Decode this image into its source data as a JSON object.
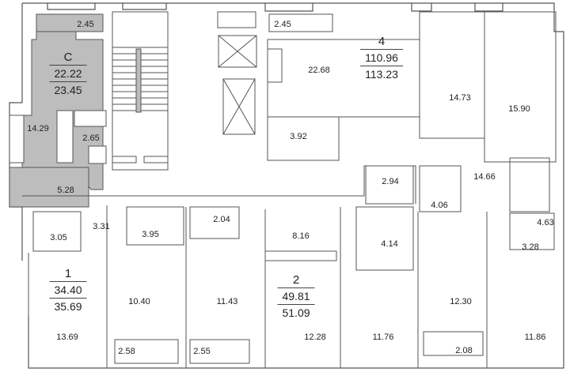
{
  "plan": {
    "highlight_color": "#bdbdbd",
    "wall_color": "#555555",
    "background": "#ffffff"
  },
  "apartments": [
    {
      "id": "studio",
      "label": "C",
      "living_area": "22.22",
      "total_area": "23.45"
    },
    {
      "id": "apt-4",
      "label": "4",
      "living_area": "110.96",
      "total_area": "113.23"
    },
    {
      "id": "apt-1",
      "label": "1",
      "living_area": "34.40",
      "total_area": "35.69"
    },
    {
      "id": "apt-2",
      "label": "2",
      "living_area": "49.81",
      "total_area": "51.09"
    }
  ],
  "rooms": {
    "studio_balcony": "2.45",
    "studio_main": "14.29",
    "studio_bath": "2.65",
    "studio_hall": "5.28",
    "apt4_balcony": "2.45",
    "apt4_kitchen": "22.68",
    "apt4_bath": "3.92",
    "apt4_room1": "14.73",
    "apt4_room2": "15.90",
    "apt4_storage": "2.94",
    "apt4_hall": "14.66",
    "apt4_bath2": "4.06",
    "apt4_bath3": "4.63",
    "apt4_closet": "3.28",
    "apt4_room3": "12.30",
    "apt4_room4": "11.86",
    "apt4_balcony2": "2.08",
    "apt1_closet": "3.05",
    "apt1_hall": "3.31",
    "apt1_bath": "3.95",
    "apt1_room": "13.69",
    "apt1_kitchen": "10.40",
    "apt1_balcony": "2.58",
    "apt2_bath": "2.04",
    "apt2_hall": "8.16",
    "apt2_kitchen": "11.43",
    "apt2_room": "12.28",
    "apt2_balcony": "2.55",
    "apt2_bath2": "4.14",
    "apt2_room2": "11.76"
  }
}
